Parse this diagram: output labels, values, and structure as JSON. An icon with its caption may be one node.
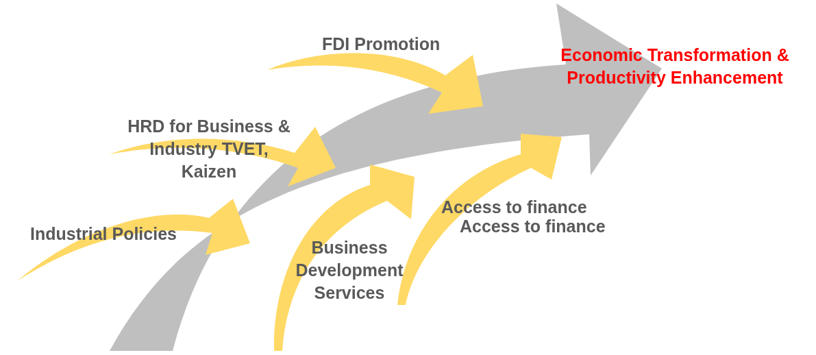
{
  "diagram": {
    "labels": [
      "FDI Promotion",
      "Economic Transformation & Productivity Enhancement",
      "HRD for Business & Industry TVET, Kaizen",
      "Access to finance",
      "Access to finance",
      "Industrial Policies",
      "Business Development Services"
    ]
  }
}
